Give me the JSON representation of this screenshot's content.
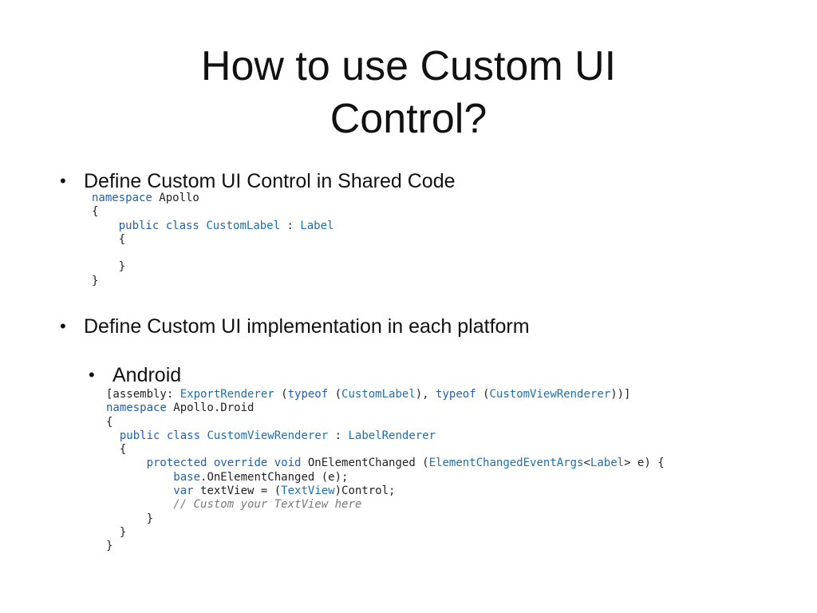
{
  "slide": {
    "title_line1": "How to use Custom UI",
    "title_line2": "Control?",
    "bullet_glyph": "•",
    "bullets": [
      {
        "text": "Define Custom UI Control in Shared Code"
      },
      {
        "text": "Define Custom UI implementation in each platform"
      },
      {
        "text": "Android"
      }
    ]
  },
  "colors": {
    "keyword": "#1f5fb2",
    "type": "#1c6fb0",
    "comment": "#7a7a7a",
    "text": "#222222"
  },
  "code_blocks": [
    {
      "id": "shared",
      "lines": [
        [
          [
            "kw",
            "namespace"
          ],
          [
            "tk",
            " Apollo"
          ]
        ],
        [
          [
            "tk",
            "{"
          ]
        ],
        [
          [
            "tk",
            "    "
          ],
          [
            "kw",
            "public class"
          ],
          [
            "tk",
            " "
          ],
          [
            "ty",
            "CustomLabel"
          ],
          [
            "tk",
            " : "
          ],
          [
            "ty",
            "Label"
          ]
        ],
        [
          [
            "tk",
            "    {"
          ]
        ],
        [
          [
            "tk",
            ""
          ]
        ],
        [
          [
            "tk",
            "    }"
          ]
        ],
        [
          [
            "tk",
            "}"
          ]
        ]
      ]
    },
    {
      "id": "android",
      "lines": [
        [
          [
            "tk",
            "[assembly: "
          ],
          [
            "ty",
            "ExportRenderer"
          ],
          [
            "tk",
            " ("
          ],
          [
            "kw",
            "typeof"
          ],
          [
            "tk",
            " ("
          ],
          [
            "ty",
            "CustomLabel"
          ],
          [
            "tk",
            "), "
          ],
          [
            "kw",
            "typeof"
          ],
          [
            "tk",
            " ("
          ],
          [
            "ty",
            "CustomViewRenderer"
          ],
          [
            "tk",
            "))]"
          ]
        ],
        [
          [
            "kw",
            "namespace"
          ],
          [
            "tk",
            " Apollo.Droid"
          ]
        ],
        [
          [
            "tk",
            "{"
          ]
        ],
        [
          [
            "tk",
            "  "
          ],
          [
            "kw",
            "public class"
          ],
          [
            "tk",
            " "
          ],
          [
            "ty",
            "CustomViewRenderer"
          ],
          [
            "tk",
            " : "
          ],
          [
            "ty",
            "LabelRenderer"
          ]
        ],
        [
          [
            "tk",
            "  {"
          ]
        ],
        [
          [
            "tk",
            "      "
          ],
          [
            "kw",
            "protected override void"
          ],
          [
            "tk",
            " OnElementChanged ("
          ],
          [
            "ty",
            "ElementChangedEventArgs"
          ],
          [
            "tk",
            "<"
          ],
          [
            "ty",
            "Label"
          ],
          [
            "tk",
            "> e) {"
          ]
        ],
        [
          [
            "tk",
            "          "
          ],
          [
            "kw",
            "base"
          ],
          [
            "tk",
            ".OnElementChanged (e);"
          ]
        ],
        [
          [
            "tk",
            "          "
          ],
          [
            "kw",
            "var"
          ],
          [
            "tk",
            " textView = ("
          ],
          [
            "ty",
            "TextView"
          ],
          [
            "tk",
            ")Control;"
          ]
        ],
        [
          [
            "tk",
            "          "
          ],
          [
            "cm",
            "// Custom your TextView here"
          ]
        ],
        [
          [
            "tk",
            "      }"
          ]
        ],
        [
          [
            "tk",
            "  }"
          ]
        ],
        [
          [
            "tk",
            "}"
          ]
        ]
      ]
    }
  ]
}
